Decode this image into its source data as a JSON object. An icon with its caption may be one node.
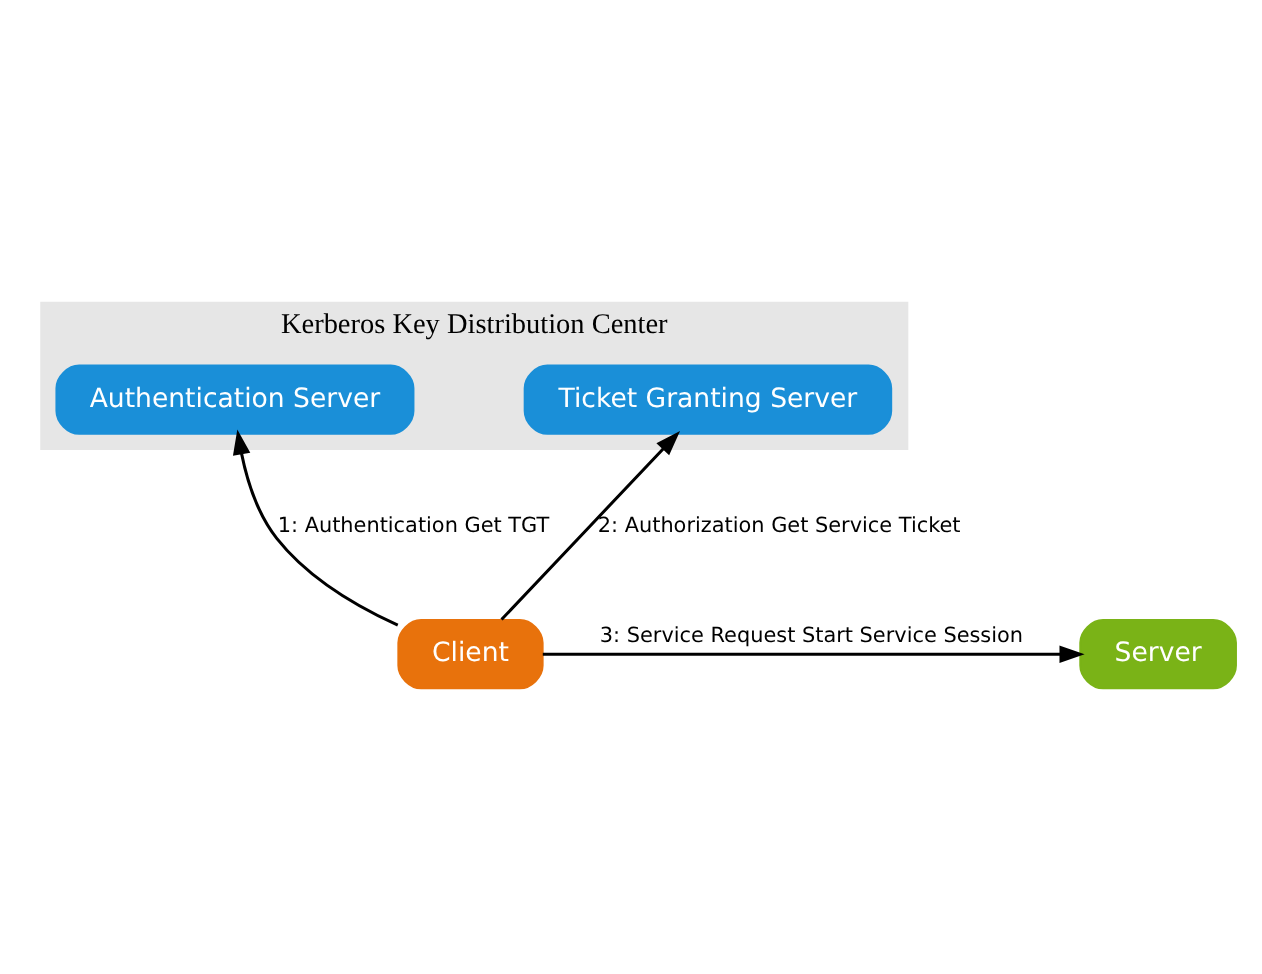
{
  "diagram": {
    "nodes": [
      {
        "text": [
          "Kerberos Key Distribution Center"
        ]
      },
      {
        "text": [
          "Authentication Server"
        ],
        "in": 0
      },
      {
        "text": [
          "Ticket Granting Server"
        ],
        "in": 0
      },
      {
        "text": [
          "Client"
        ]
      },
      {
        "text": [
          "Server"
        ]
      }
    ],
    "edges": [
      {
        "from": 3,
        "to": 1,
        "arrow": "to",
        "label": "1: Authentication Get TGT"
      },
      {
        "from": 3,
        "to": 2,
        "arrow": "to",
        "label": "2: Authorization Get Service Ticket"
      },
      {
        "from": 3,
        "to": 4,
        "arrow": "to",
        "label": "3: Service Request Start Service Session"
      }
    ]
  }
}
